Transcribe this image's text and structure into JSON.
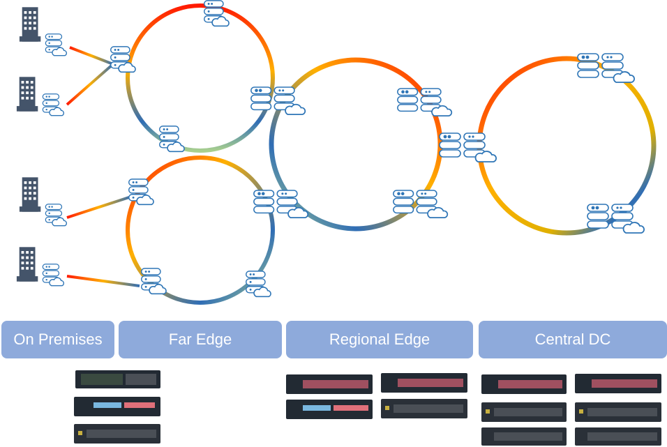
{
  "tiers": [
    {
      "label": "On Premises"
    },
    {
      "label": "Far Edge"
    },
    {
      "label": "Regional Edge"
    },
    {
      "label": "Central DC"
    }
  ],
  "colors": {
    "tier_fill": "#8eaadb",
    "tier_text": "#ffffff",
    "node_stroke": "#2e75b6",
    "building": "#44546a",
    "ring_hot": "#ff1a00",
    "ring_warm": "#ffb000",
    "ring_cool": "#2f6db5",
    "ring_fade": "#a9d08e",
    "chassis": "#222a33"
  },
  "icons": {
    "building": "office-building-icon",
    "node": "server-rack-cloud-icon",
    "hardware": "network-switch-chassis"
  }
}
